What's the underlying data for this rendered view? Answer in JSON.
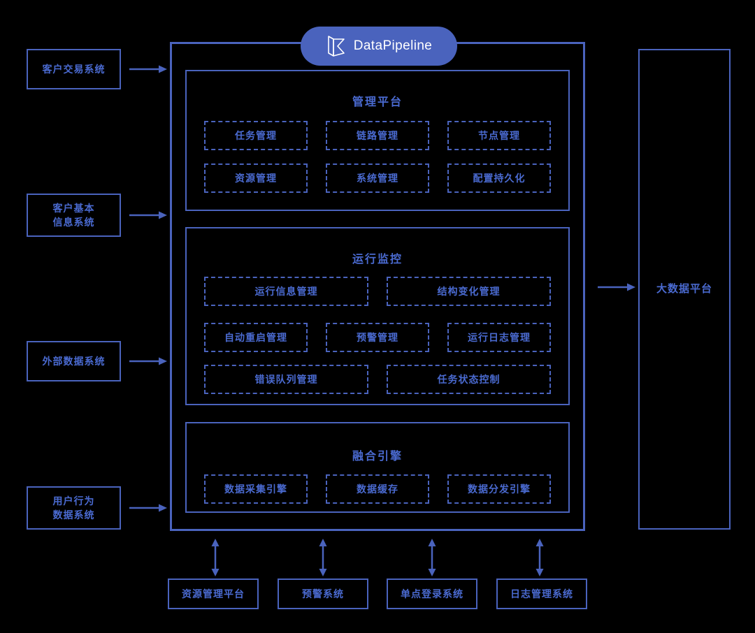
{
  "logo": {
    "brand": "DataPipeline",
    "mark_icon": "cube-logo-icon",
    "badge_color": "#4a63bd"
  },
  "theme": {
    "accent": "#4a63bd",
    "text_blue": "#4a6ad0",
    "background": "#000000",
    "logo_text": "#ffffff"
  },
  "sources": {
    "items": [
      {
        "label": "客户交易系统"
      },
      {
        "label": "客户基本\n信息系统"
      },
      {
        "label": "外部数据系统"
      },
      {
        "label": "用户行为\n数据系统"
      }
    ]
  },
  "platform": {
    "sections": [
      {
        "title": "管理平台",
        "rows": [
          [
            "任务管理",
            "链路管理",
            "节点管理"
          ],
          [
            "资源管理",
            "系统管理",
            "配置持久化"
          ]
        ]
      },
      {
        "title": "运行监控",
        "rows": [
          [
            "运行信息管理",
            "结构变化管理"
          ],
          [
            "自动重启管理",
            "预警管理",
            "运行日志管理"
          ],
          [
            "错误队列管理",
            "任务状态控制"
          ]
        ]
      },
      {
        "title": "融合引擎",
        "rows": [
          [
            "数据采集引擎",
            "数据缓存",
            "数据分发引擎"
          ]
        ]
      }
    ]
  },
  "destination": {
    "label": "大数据平台"
  },
  "supporting": {
    "items": [
      {
        "label": "资源管理平台"
      },
      {
        "label": "预警系统"
      },
      {
        "label": "单点登录系统"
      },
      {
        "label": "日志管理系统"
      }
    ]
  },
  "connectors": {
    "source_arrows": "arrow-right-icon",
    "destination_arrow": "arrow-right-icon",
    "supporting_arrows": "arrow-updown-icon"
  }
}
